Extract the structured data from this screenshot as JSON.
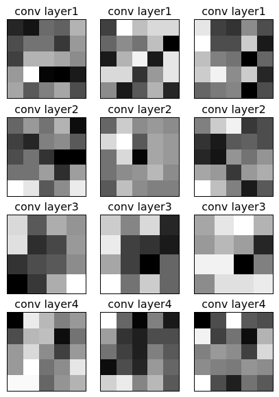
{
  "panels": [
    {
      "title": "conv layer1",
      "grid": [
        [
          0.15,
          0.08,
          0.42,
          0.38,
          0.7
        ],
        [
          0.3,
          0.45,
          0.45,
          0.22,
          0.6
        ],
        [
          0.25,
          0.7,
          0.7,
          0.65,
          0.55
        ],
        [
          0.6,
          1.0,
          0.02,
          0.0,
          0.1
        ],
        [
          0.65,
          0.35,
          0.5,
          0.65,
          0.3
        ]
      ]
    },
    {
      "title": "conv layer1",
      "grid": [
        [
          0.25,
          1.0,
          0.75,
          0.85,
          0.85
        ],
        [
          0.4,
          0.55,
          0.45,
          0.75,
          0.0
        ],
        [
          0.1,
          0.7,
          0.95,
          0.1,
          0.9
        ],
        [
          0.85,
          0.85,
          0.2,
          0.6,
          0.9
        ],
        [
          0.55,
          0.1,
          0.35,
          0.7,
          0.15
        ]
      ]
    },
    {
      "title": "conv layer1",
      "grid": [
        [
          0.9,
          0.25,
          0.2,
          0.55,
          0.3
        ],
        [
          1.0,
          0.3,
          0.3,
          0.8,
          0.1
        ],
        [
          0.75,
          0.5,
          0.45,
          0.0,
          0.4
        ],
        [
          0.8,
          0.95,
          0.55,
          0.8,
          0.15
        ],
        [
          0.4,
          0.48,
          0.52,
          0.0,
          0.3
        ]
      ]
    },
    {
      "title": "conv layer2",
      "grid": [
        [
          0.4,
          0.6,
          0.45,
          0.7,
          0.05
        ],
        [
          0.25,
          0.15,
          0.5,
          0.55,
          0.35
        ],
        [
          0.3,
          0.45,
          0.2,
          0.0,
          0.0
        ],
        [
          0.45,
          0.45,
          0.62,
          0.18,
          0.62
        ],
        [
          1.0,
          0.9,
          0.35,
          0.55,
          0.92
        ]
      ]
    },
    {
      "title": "conv layer2",
      "grid": [
        [
          0.4,
          0.8,
          0.55,
          0.6,
          0.55
        ],
        [
          0.85,
          1.0,
          0.35,
          0.65,
          0.6
        ],
        [
          0.45,
          0.85,
          0.02,
          0.65,
          0.6
        ],
        [
          0.45,
          0.55,
          0.58,
          0.72,
          0.55
        ],
        [
          0.35,
          0.75,
          0.55,
          0.5,
          0.5
        ]
      ]
    },
    {
      "title": "conv layer2",
      "grid": [
        [
          0.5,
          0.8,
          0.95,
          0.22,
          0.3
        ],
        [
          0.2,
          0.1,
          0.35,
          0.38,
          0.3
        ],
        [
          0.15,
          0.08,
          0.58,
          0.45,
          0.58
        ],
        [
          0.65,
          0.6,
          0.22,
          0.6,
          0.68
        ],
        [
          1.0,
          0.75,
          0.5,
          0.1,
          0.35
        ]
      ]
    },
    {
      "title": "conv layer3",
      "grid": [
        [
          0.85,
          0.35,
          0.68,
          0.58
        ],
        [
          0.88,
          0.18,
          0.28,
          0.6
        ],
        [
          0.2,
          0.3,
          0.35,
          0.55
        ],
        [
          0.0,
          0.22,
          0.68,
          1.0
        ]
      ]
    },
    {
      "title": "conv layer3",
      "grid": [
        [
          0.8,
          0.52,
          0.85,
          0.15
        ],
        [
          0.92,
          0.25,
          0.2,
          0.1
        ],
        [
          0.65,
          0.25,
          0.0,
          0.4
        ],
        [
          1.0,
          0.45,
          0.8,
          0.4
        ]
      ]
    },
    {
      "title": "conv layer3",
      "grid": [
        [
          0.65,
          0.9,
          1.0,
          0.7
        ],
        [
          0.6,
          0.72,
          0.62,
          0.15
        ],
        [
          0.95,
          0.95,
          0.0,
          0.5
        ],
        [
          0.55,
          0.88,
          0.88,
          0.92
        ]
      ]
    },
    {
      "title": "conv layer4",
      "grid": [
        [
          0.0,
          0.92,
          0.72,
          0.5,
          0.6
        ],
        [
          0.3,
          0.72,
          0.75,
          0.05,
          0.45
        ],
        [
          0.6,
          0.85,
          0.55,
          0.25,
          0.6
        ],
        [
          0.6,
          1.0,
          0.45,
          0.55,
          0.9
        ],
        [
          0.98,
          0.98,
          0.4,
          0.58,
          0.7
        ]
      ]
    },
    {
      "title": "conv layer4",
      "grid": [
        [
          1.0,
          0.4,
          0.02,
          0.5,
          0.1
        ],
        [
          0.62,
          0.2,
          0.12,
          0.3,
          0.3
        ],
        [
          0.45,
          0.25,
          0.12,
          0.5,
          0.35
        ],
        [
          0.05,
          0.3,
          0.15,
          0.6,
          0.4
        ],
        [
          0.82,
          0.92,
          0.52,
          0.72,
          0.35
        ]
      ]
    },
    {
      "title": "conv layer4",
      "grid": [
        [
          0.0,
          0.3,
          1.0,
          0.35,
          0.3
        ],
        [
          0.95,
          0.25,
          0.45,
          0.05,
          0.7
        ],
        [
          0.5,
          0.6,
          0.55,
          0.25,
          0.85
        ],
        [
          0.55,
          0.5,
          0.48,
          0.58,
          0.55
        ],
        [
          1.0,
          0.3,
          0.12,
          0.45,
          0.35
        ]
      ]
    }
  ]
}
